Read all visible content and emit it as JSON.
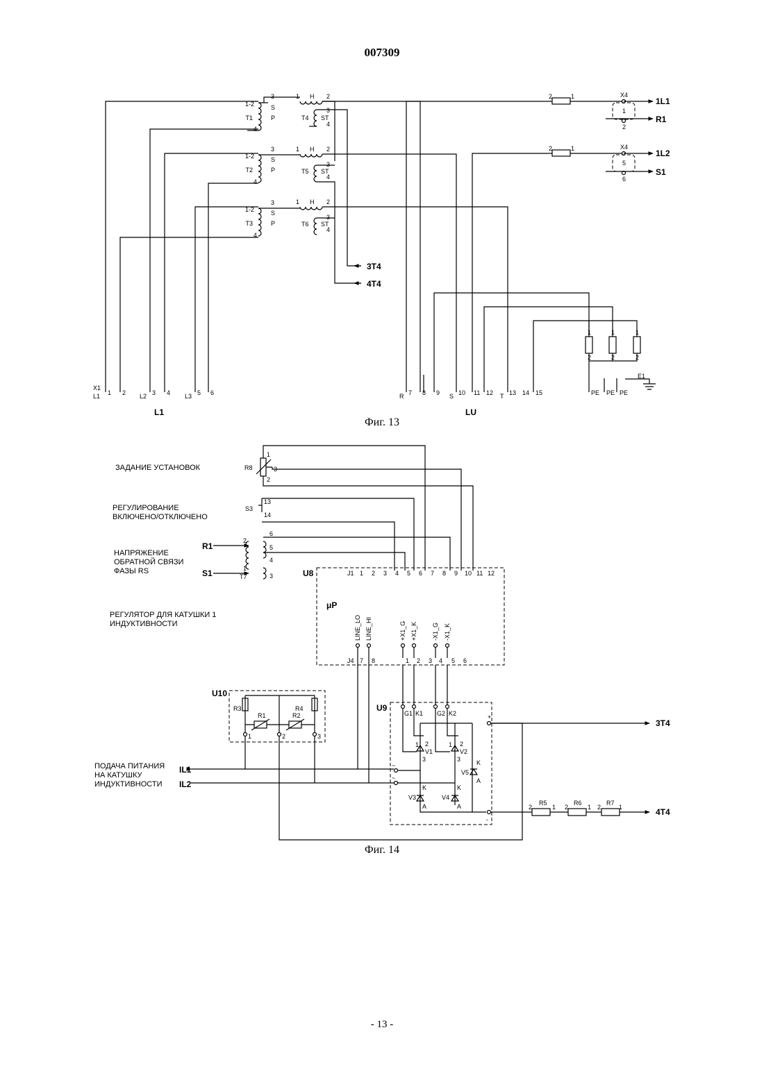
{
  "document": {
    "number": "007309",
    "page_number": "- 13 -"
  },
  "fig13": {
    "caption": "Фиг. 13",
    "transformers": {
      "current": [
        "T1",
        "T2",
        "T3"
      ],
      "voltage": [
        "T4",
        "T5",
        "T6"
      ],
      "pins": {
        "p12": "1-2",
        "p1": "1",
        "p2": "2",
        "p3": "3",
        "p4": "4",
        "S": "S",
        "P": "P",
        "H": "H",
        "ST": "ST"
      }
    },
    "outputs": [
      "3T4",
      "4T4"
    ],
    "x4": {
      "name": "X4",
      "top_out": "1L1",
      "top_r": "R1",
      "bot_out": "1L2",
      "bot_s": "S1",
      "p1": "1",
      "p2": "2",
      "p5": "5",
      "p6": "6",
      "fuse2": "2",
      "fuse1": "1"
    },
    "terminals": {
      "x1": "X1",
      "l1": "L1",
      "l2": "L2",
      "l3": "L3",
      "r": "R",
      "s": "S",
      "t": "T",
      "pe": "PE",
      "e1": "E1",
      "nums": [
        "1",
        "2",
        "3",
        "4",
        "5",
        "6",
        "7",
        "8",
        "9",
        "10",
        "11",
        "12",
        "13",
        "14",
        "15"
      ]
    },
    "block_labels": {
      "left": "L1",
      "right": "LU"
    },
    "resistor_pins": {
      "p1": "1",
      "p2": "2"
    }
  },
  "fig14": {
    "caption": "Фиг. 14",
    "texts": {
      "zadanie": "ЗАДАНИЕ УСТАНОВОК",
      "reg_l1": "РЕГУЛИРОВАНИЕ",
      "reg_l2": "ВКЛЮЧЕНО/ОТКЛЮЧЕНО",
      "fb_l1": "НАПРЯЖЕНИЕ",
      "fb_l2": "ОБРАТНОЙ СВЯЗИ",
      "fb_l3": "ФАЗЫ RS",
      "regulator_l1": "РЕГУЛЯТОР ДЛЯ КАТУШКИ 1",
      "regulator_l2": "ИНДУКТИВНОСТИ",
      "supply_l1": "ПОДАЧА ПИТАНИЯ",
      "supply_l2": "НА КАТУШКУ",
      "supply_l3": "ИНДУКТИВНОСТИ"
    },
    "components": {
      "r8": "R8",
      "s3": "S3",
      "t7": "T7",
      "r1in": "R1",
      "s1in": "S1",
      "u8": "U8",
      "u9": "U9",
      "u10": "U10",
      "up": "μP",
      "il1": "IL1",
      "il2": "IL2",
      "r3": "R3",
      "r1": "R1",
      "r4": "R4",
      "r2": "R2",
      "r5": "R5",
      "r6": "R6",
      "r7": "R7",
      "v1": "V1",
      "v2": "V2",
      "v3": "V3",
      "v4": "V4",
      "v5": "V5"
    },
    "u8_top_pins": {
      "j1": "J1",
      "nums": [
        "1",
        "2",
        "3",
        "4",
        "5",
        "6",
        "7",
        "8",
        "9",
        "10",
        "11",
        "12"
      ]
    },
    "u8_bottom": {
      "j4": "J4",
      "p7": "7",
      "p8": "8",
      "p1": "1",
      "p2": "2",
      "p3": "3",
      "p4": "4",
      "p5": "5",
      "p6": "6"
    },
    "signals": [
      "LINE_LO",
      "LINE_HI",
      "+X1_G",
      "+X1_K",
      "-X1_G",
      "-X1_K"
    ],
    "u9_pins": {
      "g1": "G1",
      "k1": "K1",
      "g2": "G2",
      "k2": "K2"
    },
    "misc": {
      "n1": "1",
      "n2": "2",
      "n3": "3",
      "n4": "4",
      "n5": "5",
      "n6": "6",
      "n13": "13",
      "n14": "14",
      "k": "K",
      "a": "A",
      "plus": "+",
      "minus": "-",
      "ac": "~"
    },
    "outputs": [
      "3T4",
      "4T4"
    ]
  }
}
